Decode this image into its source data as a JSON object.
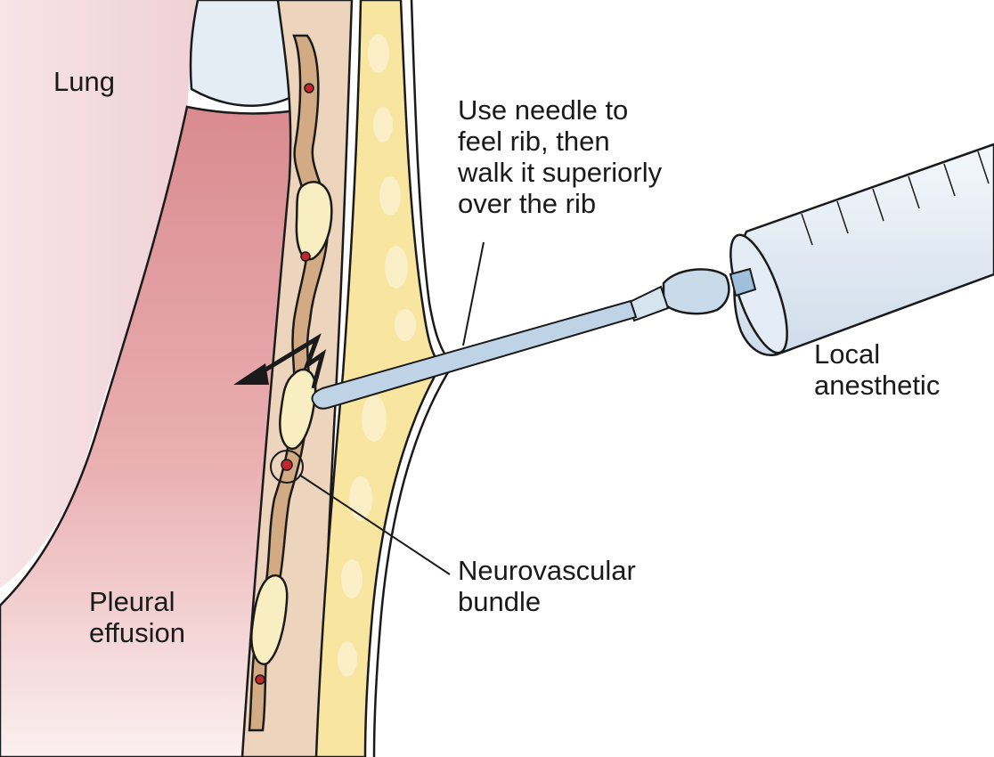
{
  "labels": {
    "lung": [
      "Lung"
    ],
    "needle_instruction": [
      "Use needle to",
      "feel rib, then",
      "walk it superiorly",
      "over the rib"
    ],
    "local_anesthetic": [
      "Local",
      "anesthetic"
    ],
    "neurovascular_bundle": [
      "Neurovascular",
      "bundle"
    ],
    "pleural_effusion": [
      "Pleural",
      "effusion"
    ]
  },
  "colors": {
    "pleural_effusion_fill": "#e7a9ab",
    "lung_fill": "#f6e1e4",
    "tissue_fill": "#ecd4bd",
    "rib_fill": "#d2aa84",
    "rib_bone_fill": "#f8eec2",
    "fat_fill": "#f7e5a0",
    "syringe_fill": "#dfe9f3",
    "needle_fill": "#bfd3e6",
    "vessel_red": "#c1272d",
    "outline": "#1a1a1a"
  }
}
